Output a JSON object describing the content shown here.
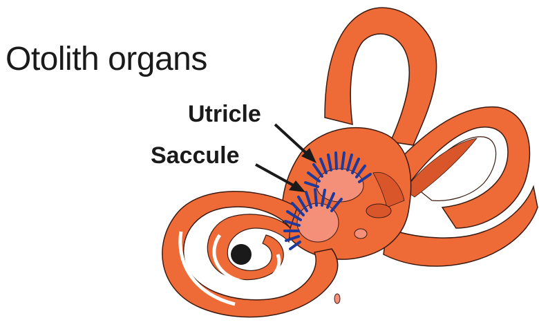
{
  "title": "Otolith organs",
  "labels": {
    "utricle": "Utricle",
    "saccule": "Saccule"
  },
  "colors": {
    "labyrinth_fill": "#ee6a36",
    "labyrinth_dark": "#d9552a",
    "macula_fill": "#f4907a",
    "hair_cells": "#1f3a9a",
    "outline": "#3a1a10",
    "text": "#1a1a1a",
    "background": "#ffffff"
  }
}
